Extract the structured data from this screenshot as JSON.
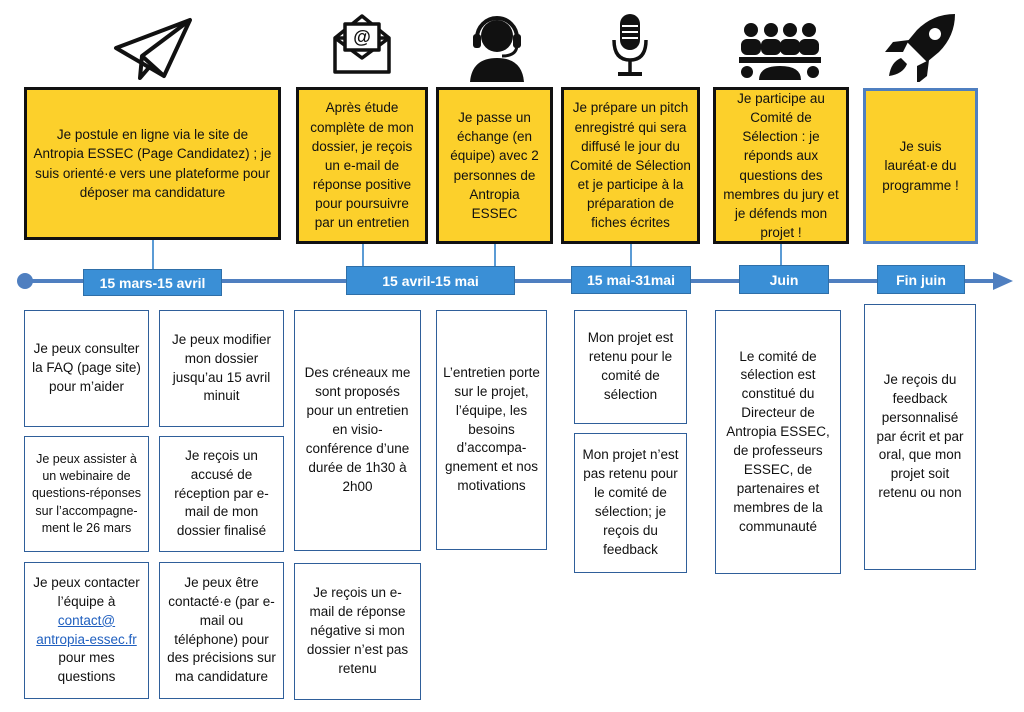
{
  "colors": {
    "step_fill": "#fcd02b",
    "timeline": "#4f7fc0",
    "date_fill": "#3a8fd6",
    "box_border": "#2f5f9a"
  },
  "icons": [
    "paper-plane-icon",
    "email-icon",
    "headset-icon",
    "microphone-icon",
    "meeting-group-icon",
    "rocket-icon"
  ],
  "steps": [
    {
      "text": "Je postule en ligne via le site de Antropia ESSEC (Page Candidatez) ; je suis orienté·e vers une plateforme pour déposer ma candidature"
    },
    {
      "text": "Après étude complète de mon dossier, je reçois un e-mail de réponse positive pour poursuivre par un entretien"
    },
    {
      "text": "Je passe un échange (en équipe) avec 2 personnes de Antropia ESSEC"
    },
    {
      "text": "Je prépare un pitch enregistré qui sera diffusé le jour du Comité de Sélection et je participe à la préparation de fiches écrites"
    },
    {
      "text": "Je participe au Comité de Sélection : je réponds aux questions des membres du jury et je défends mon projet !"
    },
    {
      "text": "Je suis lauréat·e du programme !"
    }
  ],
  "dates": [
    "15 mars-15 avril",
    "15 avril-15 mai",
    "15 mai-31mai",
    "Juin",
    "Fin juin"
  ],
  "details": {
    "col1": [
      "Je peux consulter la FAQ (page site) pour m’aider",
      "Je peux assister à un webinaire de questions-réponses sur l’accompagne-ment le 26 mars",
      {
        "before": "Je peux contacter l’équipe à ",
        "link": "contact@ antropia-essec.fr",
        "after": " pour mes questions"
      }
    ],
    "col2": [
      "Je peux modifier mon dossier jusqu’au 15 avril minuit",
      "Je reçois un accusé de réception par e-mail de mon dossier finalisé",
      "Je peux être contacté·e (par e-mail ou téléphone) pour des précisions sur ma candidature"
    ],
    "col3": [
      "Des créneaux me sont proposés pour un entretien en visio-conférence d’une durée de 1h30 à 2h00",
      "Je reçois un e-mail de réponse négative si mon dossier n’est pas retenu"
    ],
    "col4": [
      "L’entretien porte sur le projet, l’équipe, les besoins d’accompa-gnement et nos motivations"
    ],
    "col5": [
      "Mon projet est retenu pour le comité de sélection",
      "Mon projet n’est pas retenu pour le comité de sélection; je reçois du feedback"
    ],
    "col6": [
      "Le comité de sélection est constitué du Directeur de Antropia ESSEC, de professeurs ESSEC, de partenaires et membres de la communauté"
    ],
    "col7": [
      "Je reçois du feedback personnalisé par écrit et par oral, que mon projet soit retenu ou non"
    ]
  }
}
